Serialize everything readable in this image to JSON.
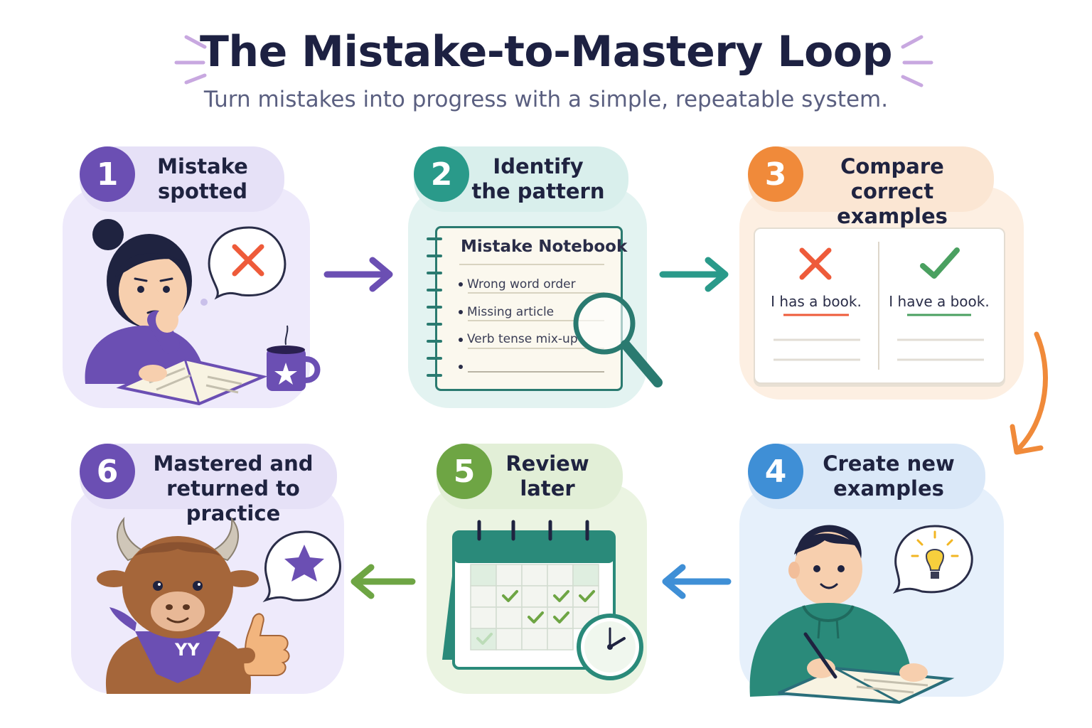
{
  "header": {
    "title": "The Mistake-to-Mastery Loop",
    "subtitle": "Turn mistakes into progress with a simple, repeatable system."
  },
  "steps": [
    {
      "number": "1",
      "label": "Mistake\nspotted",
      "color": "#6b4fb3"
    },
    {
      "number": "2",
      "label": "Identify\nthe pattern",
      "color": "#2a9a8a"
    },
    {
      "number": "3",
      "label": "Compare\ncorrect examples",
      "color": "#f08a3a"
    },
    {
      "number": "4",
      "label": "Create new\nexamples",
      "color": "#3f8fd6"
    },
    {
      "number": "5",
      "label": "Review\nlater",
      "color": "#6ea544"
    },
    {
      "number": "6",
      "label": "Mastered and\nreturned to practice",
      "color": "#6b4fb3"
    }
  ],
  "notebook": {
    "title": "Mistake Notebook",
    "items": [
      "Wrong word order",
      "Missing article",
      "Verb tense mix-up"
    ]
  },
  "compare": {
    "wrong": "I has a book.",
    "right": "I have a book."
  },
  "mascot": {
    "bandana_text": "YY"
  }
}
